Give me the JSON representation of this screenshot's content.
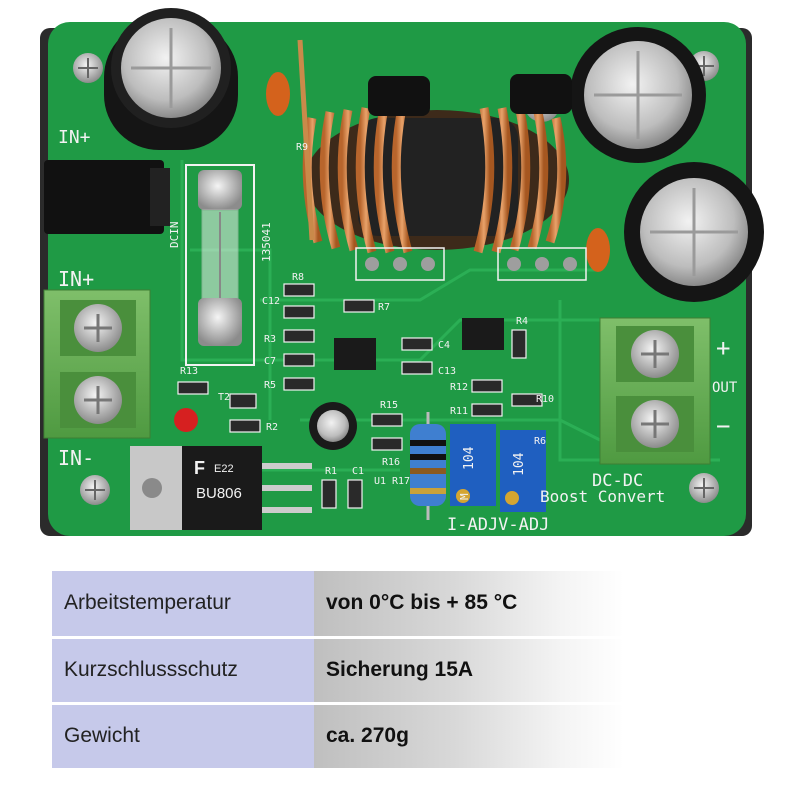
{
  "board": {
    "silk": {
      "in_plus_top": "IN+",
      "in_plus": "IN+",
      "in_minus": "IN-",
      "out_plus": "+",
      "out_label": "OUT",
      "out_minus": "−",
      "dc_dc": "DC-DC",
      "boost_converter": "Boost Convert",
      "adj": "I-ADJV-ADJ",
      "dcin": "DCIN",
      "code": "135041",
      "r1": "R1",
      "c1": "C1",
      "u1": "U1",
      "r17": "R17",
      "r16": "R16",
      "r15": "R15",
      "r13": "R13",
      "t2": "T2",
      "r2": "R2",
      "r3": "R3",
      "r5": "R5",
      "c7": "C7",
      "c12": "C12",
      "r8": "R8",
      "r7": "R7",
      "c4": "C4",
      "c13": "C13",
      "r4": "R4",
      "r12": "R12",
      "r11": "R11",
      "r10": "R10",
      "r6": "R6",
      "r9": "R9"
    },
    "trimmer_left": "104",
    "trimmer_right": "104",
    "trimmer_m": "M",
    "transistor_brand": "F",
    "transistor_code": "E22",
    "transistor_part": "BU806"
  },
  "specs": [
    {
      "label": "Arbeitstemperatur",
      "value": "von 0°C bis + 85 °C"
    },
    {
      "label": "Kurzschlussschutz",
      "value": "Sicherung 15A"
    },
    {
      "label": "Gewicht",
      "value": "ca. 270g"
    }
  ],
  "colors": {
    "pcb": "#1f9a45",
    "label_cell": "#c6c9ea",
    "value_cell_start": "#bfbfbf"
  }
}
